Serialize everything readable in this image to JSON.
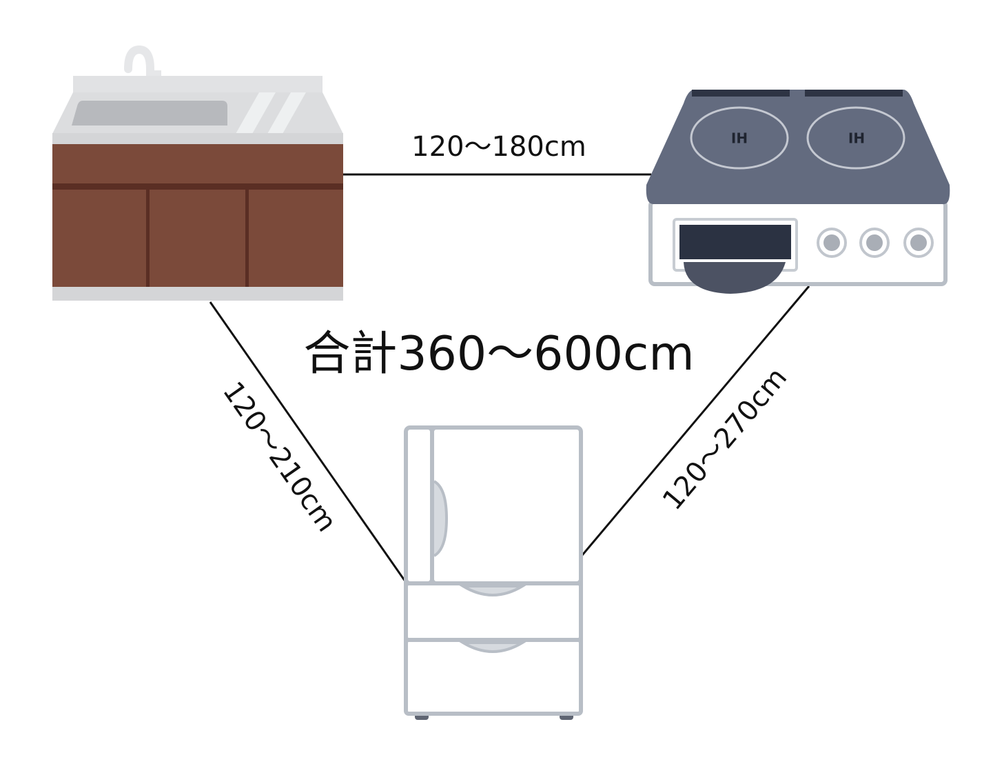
{
  "labels": {
    "sink_to_stove": "120～180cm",
    "sink_to_fridge": "120～210cm",
    "stove_to_fridge": "120～270cm",
    "total": "合計360～600cm"
  },
  "stove": {
    "burner_left_text": "IH",
    "burner_right_text": "IH"
  },
  "colors": {
    "line": "#111111",
    "cabinet": "#7b4a3a",
    "cabinet_dark": "#5a2e24",
    "counter_steel": "#d9dadb",
    "stove_top": "#636b7f",
    "appliance_outline": "#b8bec6"
  }
}
